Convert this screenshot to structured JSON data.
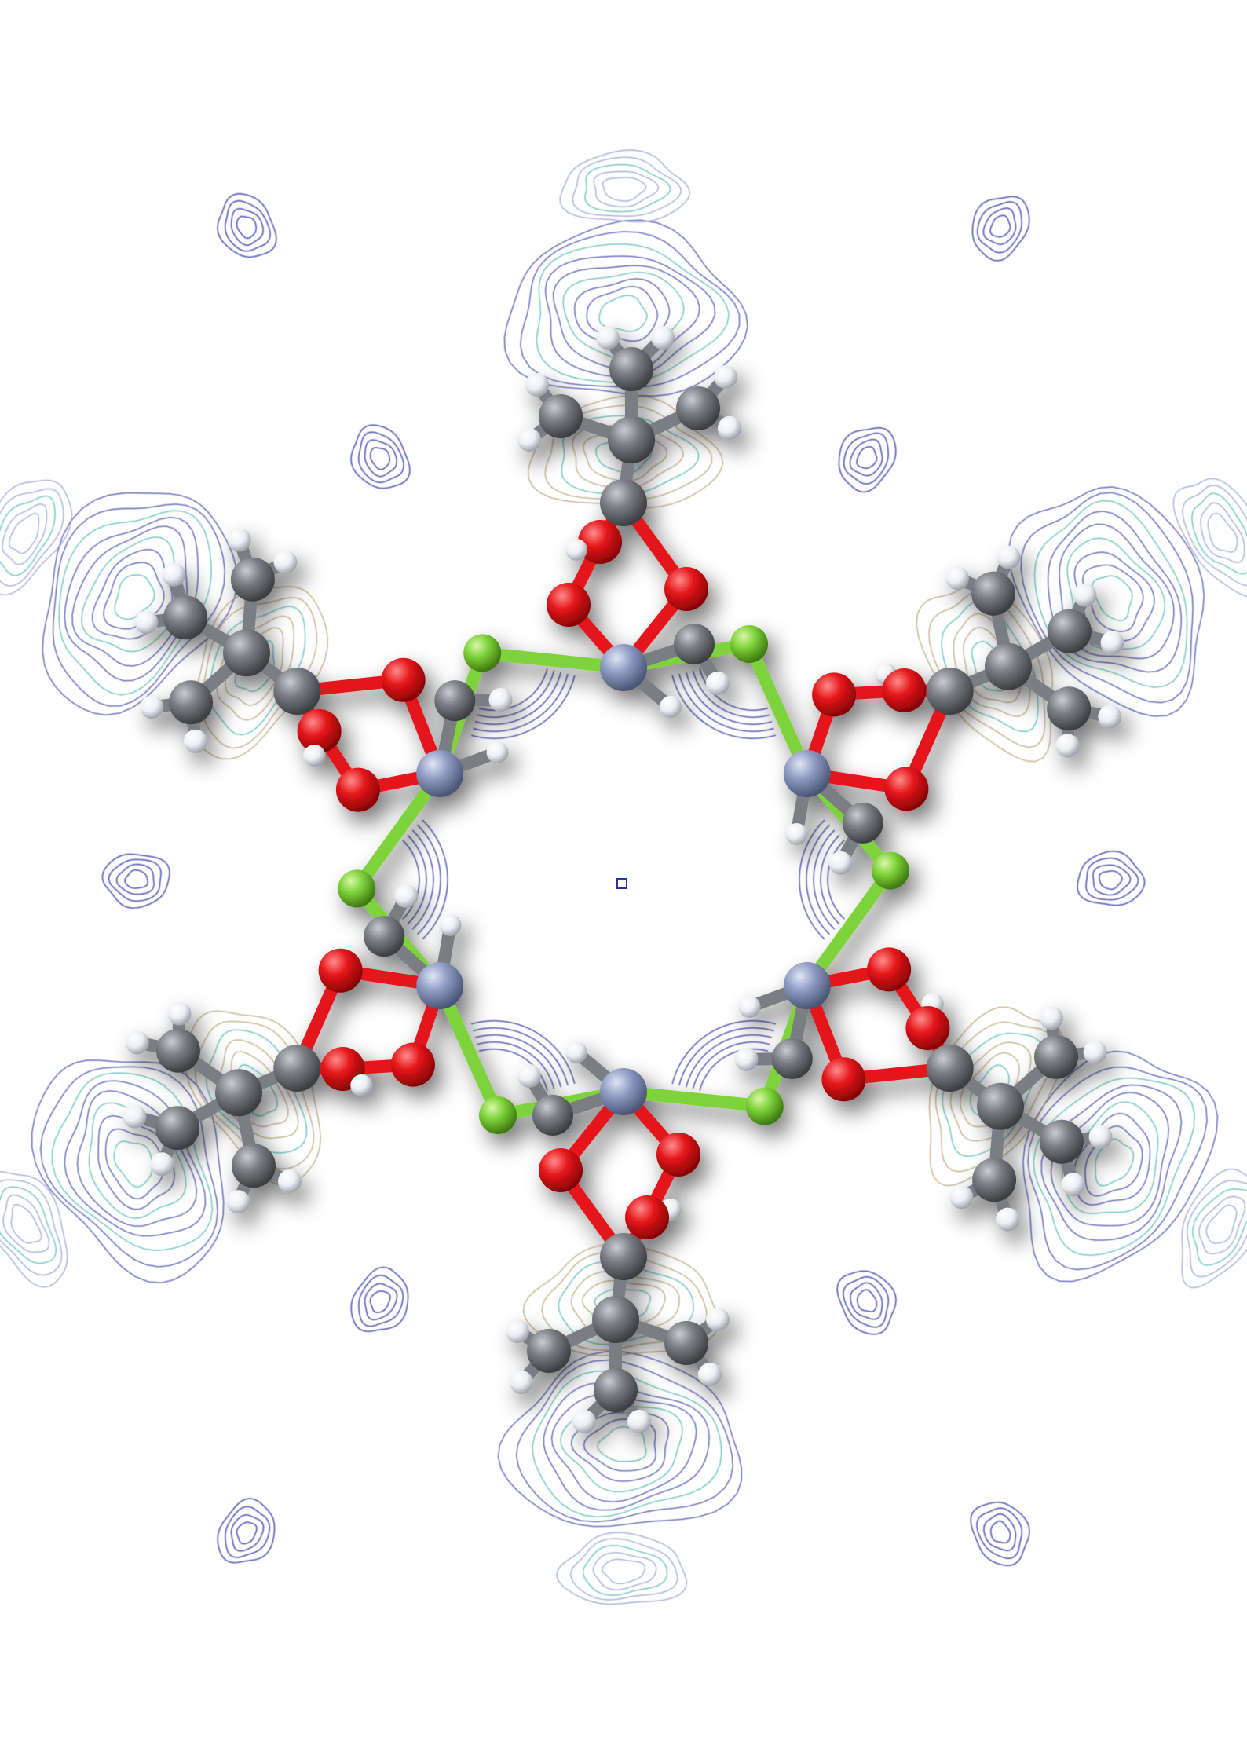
{
  "image": {
    "subject": "molecular-ball-and-stick-render-over-contour-map",
    "palette": {
      "background": "#ffffff",
      "contour_blue": "#2b35a0",
      "contour_light": "#8a93c8",
      "contour_cyan": "#3fb3a8",
      "contour_tan": "#b49a6a",
      "carbon": "#6f7276",
      "oxygen": "#e4161a",
      "hydrogen": "#f4f4f6",
      "fluorine": "#7ed23a",
      "metal": "#8e9bc2",
      "bond": "#7a7d82",
      "shadow": "#000000"
    },
    "symmetry_fold": 6,
    "ring_units": 6,
    "metal_centers": 6,
    "bridging_fluorines": 6,
    "peripheral_tert_butyl_groups": 6
  }
}
